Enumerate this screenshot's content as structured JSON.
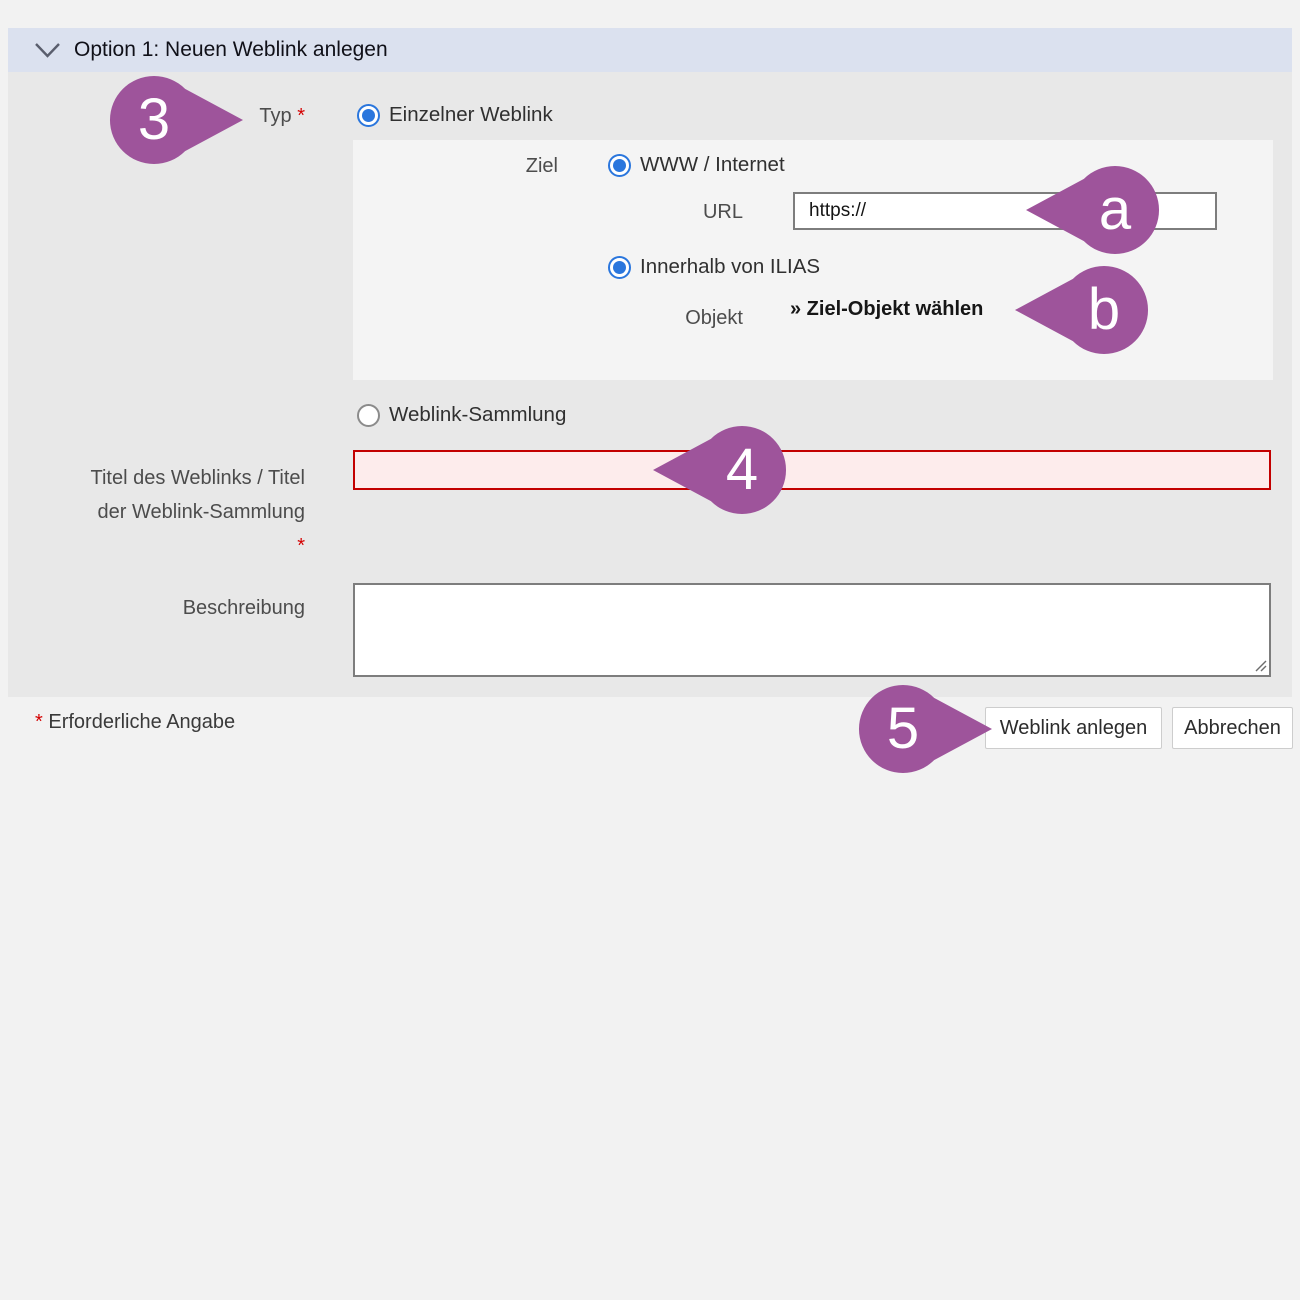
{
  "colors": {
    "marker_purple": "#9e549b",
    "radio_blue": "#2a76dd",
    "error_red": "#c30000",
    "error_bg": "#fdecec",
    "header_bg": "#dbe1ef"
  },
  "panel": {
    "title": "Option 1: Neuen Weblink anlegen"
  },
  "form": {
    "typ_label": "Typ",
    "required_mark": "*",
    "radio_single": {
      "label": "Einzelner Weblink",
      "checked": true
    },
    "nested": {
      "ziel_label": "Ziel",
      "radio_www": {
        "label": "WWW / Internet",
        "checked": true
      },
      "url_label": "URL",
      "url_value": "https://",
      "radio_ilias": {
        "label": "Innerhalb von ILIAS",
        "checked": true
      },
      "objekt_label": "Objekt",
      "objekt_link": "» Ziel-Objekt wählen"
    },
    "radio_collection": {
      "label": "Weblink-Sammlung",
      "checked": false
    },
    "titel": {
      "label_line1": "Titel des Weblinks / Titel",
      "label_line2": "der Weblink-Sammlung",
      "required_mark": "*",
      "value": ""
    },
    "beschreibung": {
      "label": "Beschreibung",
      "value": ""
    }
  },
  "footer": {
    "required_mark": "*",
    "required_note": "Erforderliche Angabe",
    "submit_label": "Weblink anlegen",
    "cancel_label": "Abbrechen"
  },
  "markers": {
    "step3": "3",
    "step_a": "a",
    "step_b": "b",
    "step4": "4",
    "step5": "5"
  }
}
